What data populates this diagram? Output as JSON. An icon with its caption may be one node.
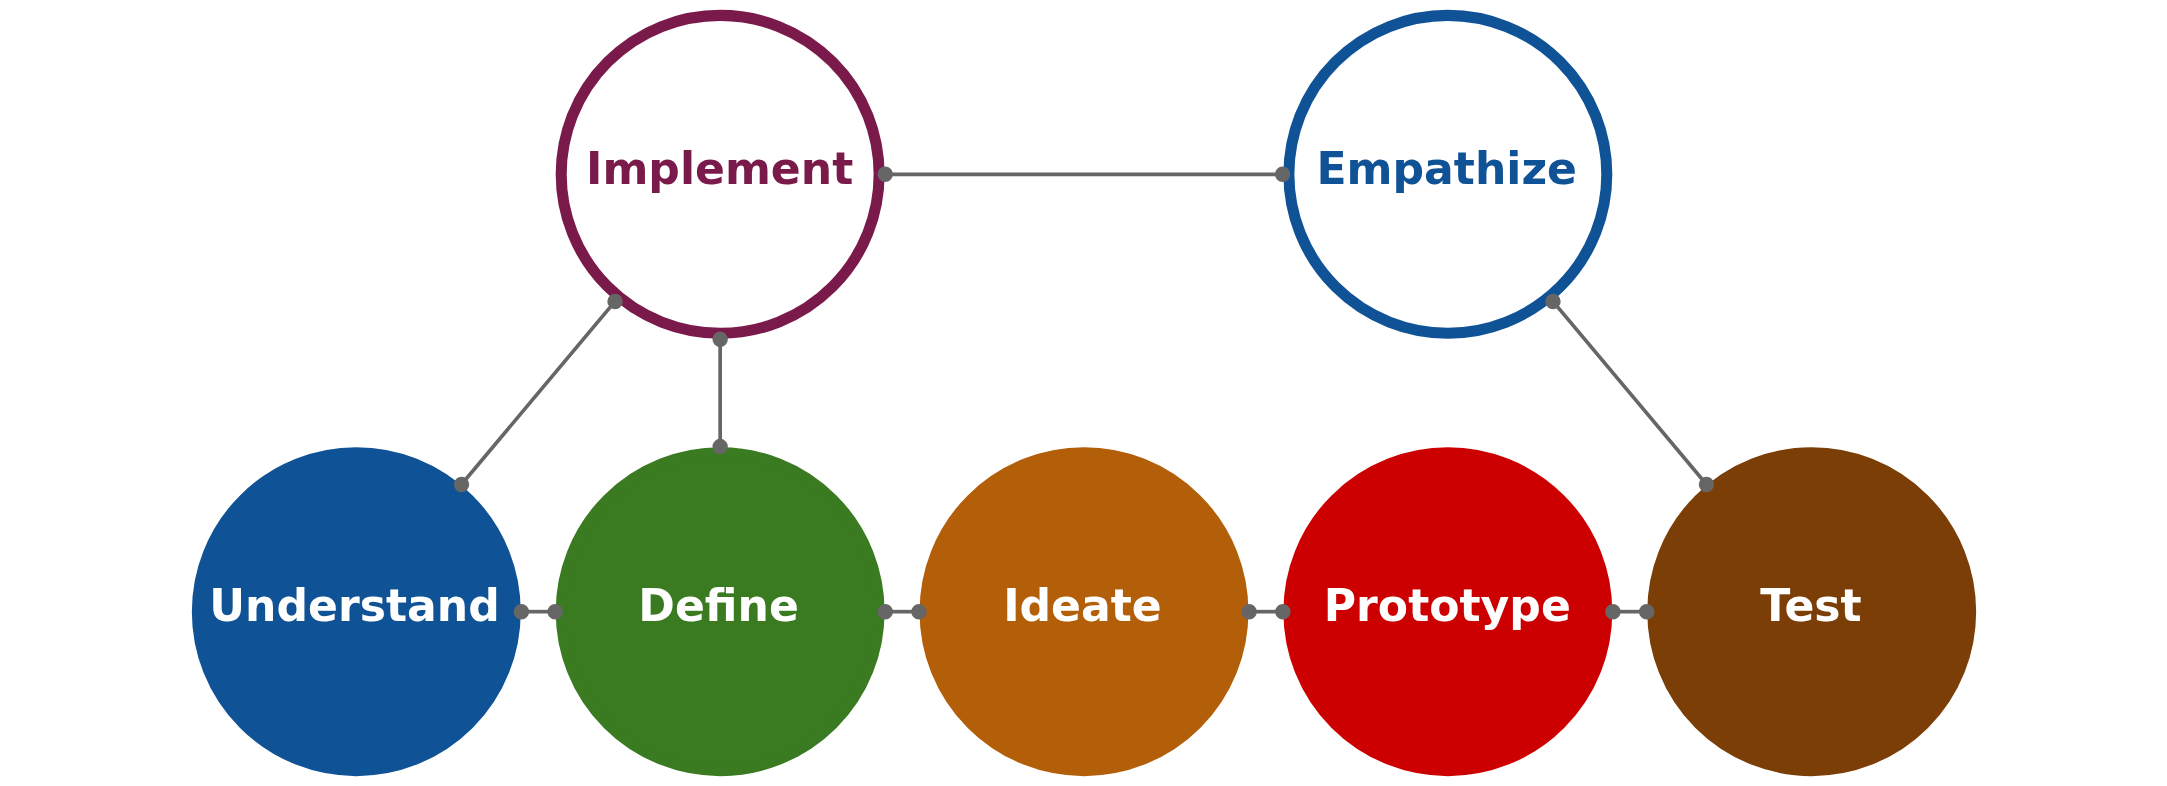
{
  "diagram": {
    "nodes": [
      {
        "text": [
          "Implement"
        ]
      },
      {
        "text": [
          "Empathize"
        ]
      },
      {
        "text": [
          "Understand"
        ]
      },
      {
        "text": [
          "Define"
        ]
      },
      {
        "text": [
          "Ideate"
        ]
      },
      {
        "text": [
          "Prototype"
        ]
      },
      {
        "text": [
          "Test"
        ]
      }
    ],
    "edges": [
      {
        "from": 2,
        "to": 3,
        "arrow": "other"
      },
      {
        "from": 3,
        "to": 4,
        "arrow": "other"
      },
      {
        "from": 4,
        "to": 5,
        "arrow": "other"
      },
      {
        "from": 5,
        "to": 6,
        "arrow": "other"
      },
      {
        "from": 6,
        "to": 1,
        "arrow": "other"
      },
      {
        "from": 0,
        "to": 1,
        "arrow": "other"
      },
      {
        "from": 0,
        "to": 2,
        "arrow": "other"
      },
      {
        "from": 0,
        "to": 3,
        "arrow": "other"
      }
    ]
  }
}
